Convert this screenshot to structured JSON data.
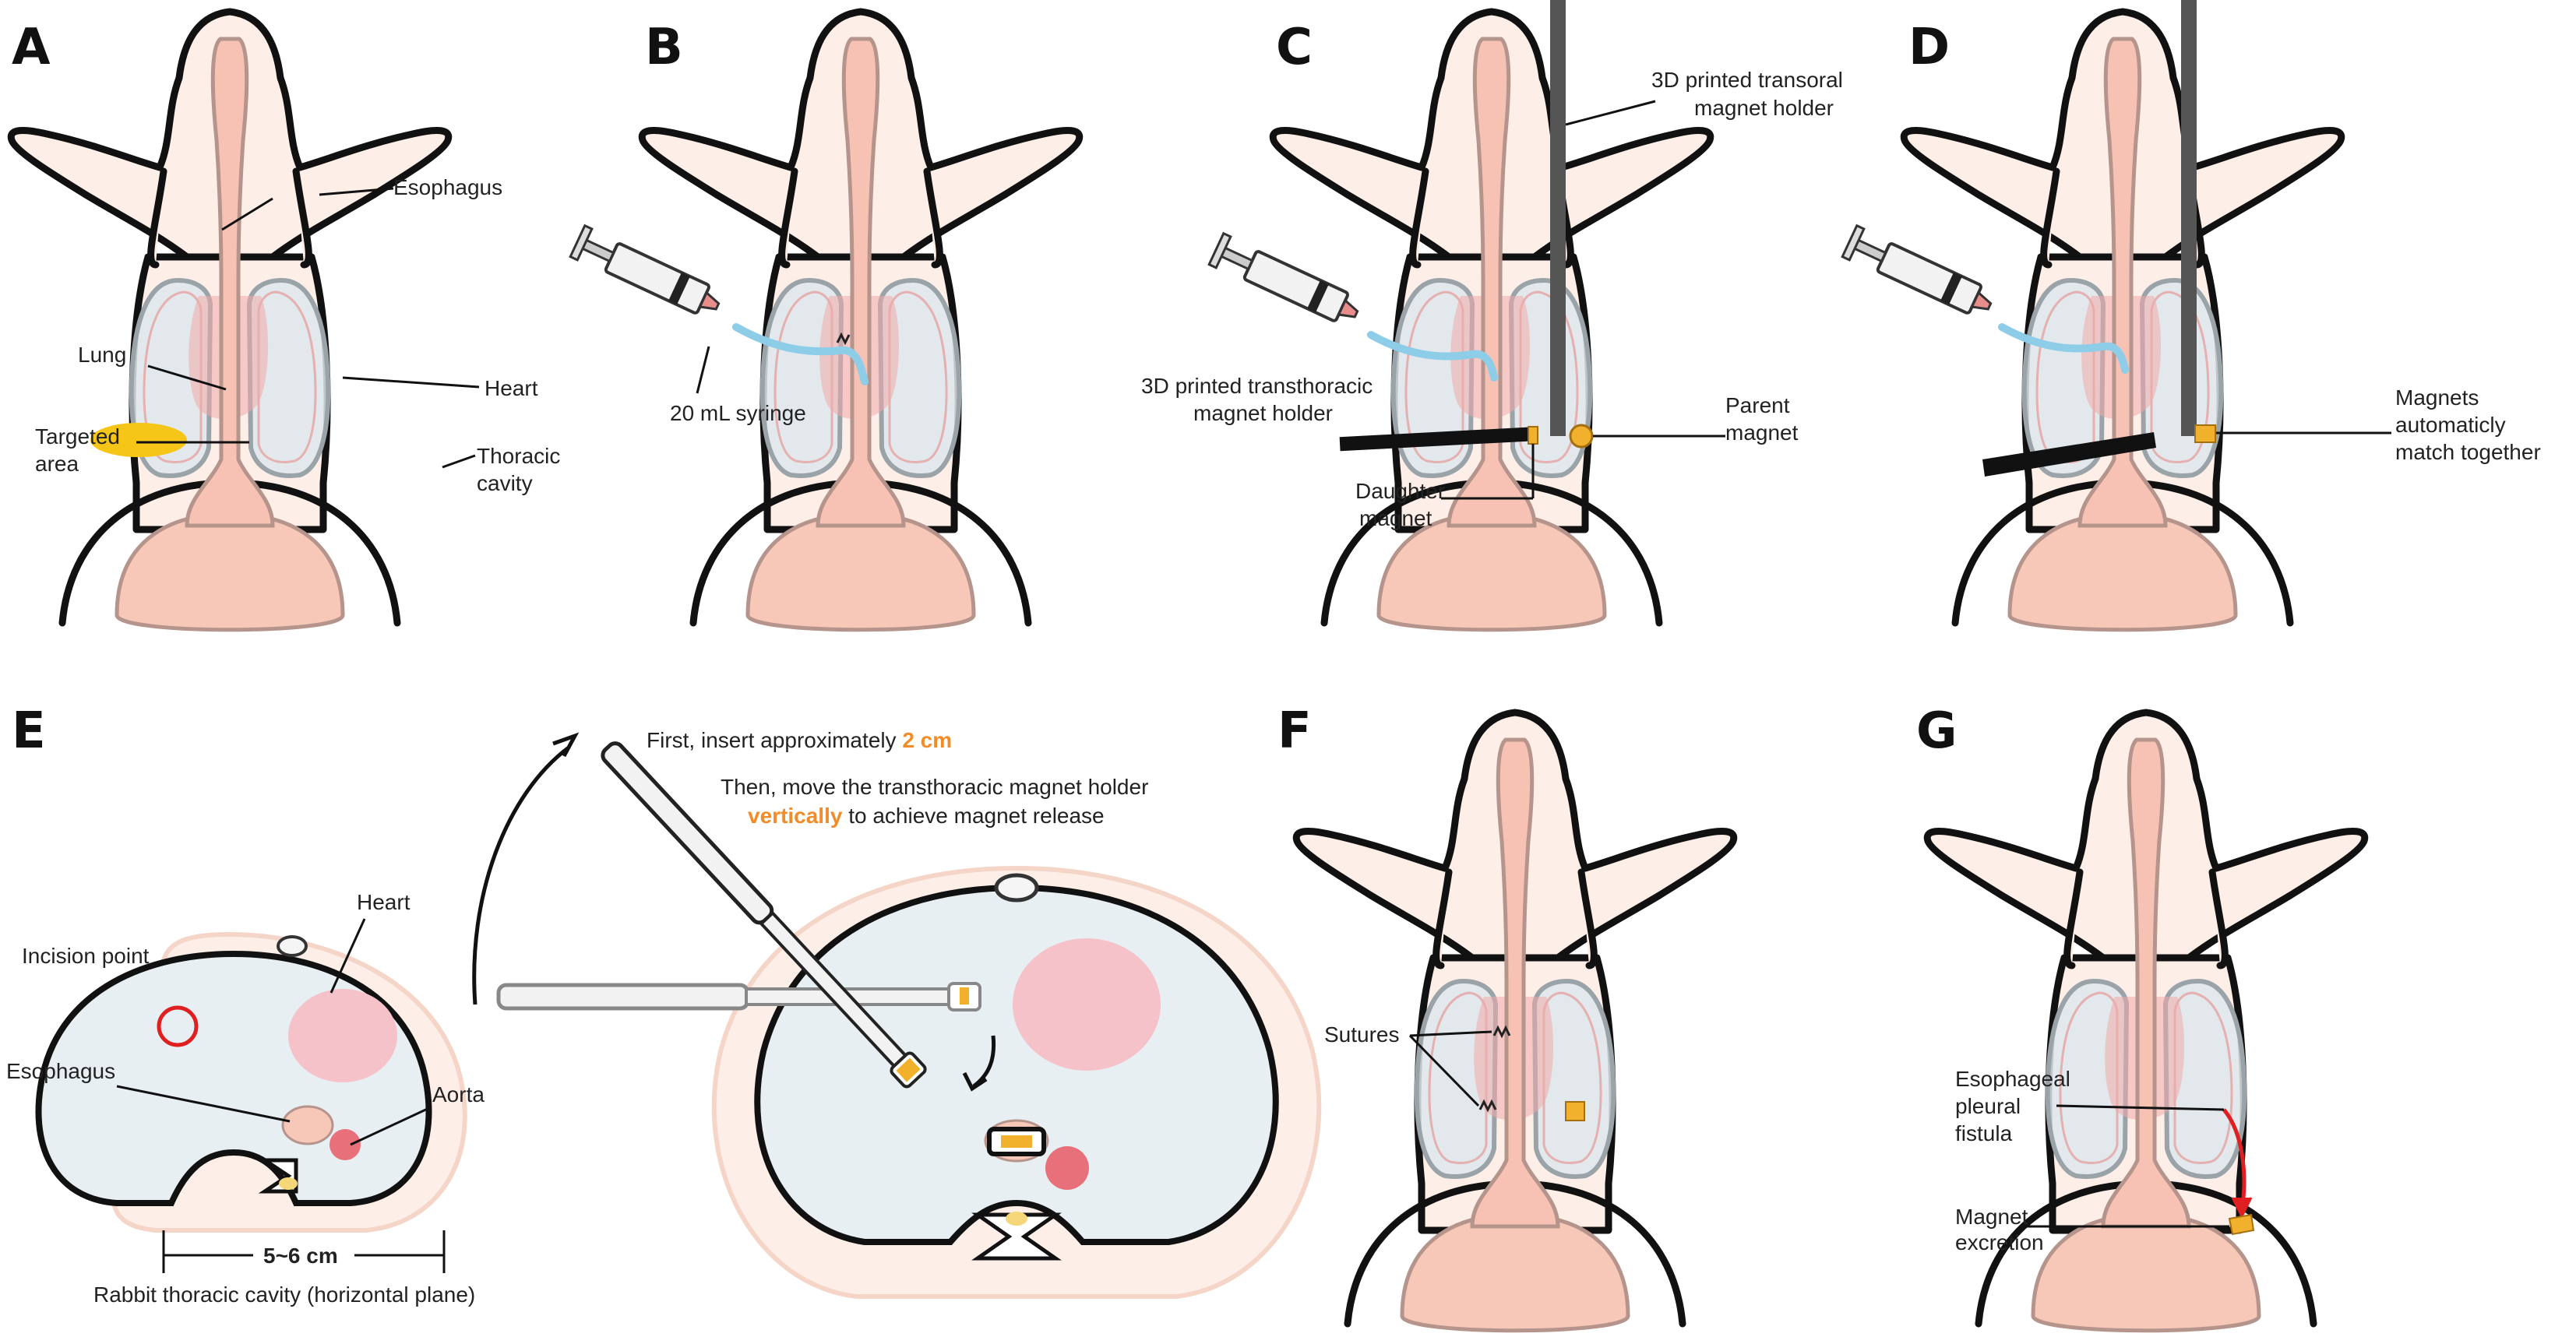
{
  "panels": {
    "a": {
      "label": "A",
      "esophagus": "Esophagus",
      "lung": "Lung",
      "heart": "Heart",
      "targeted1": "Targeted",
      "targeted2": "area",
      "thoracic1": "Thoracic",
      "thoracic2": "cavity"
    },
    "b": {
      "label": "B",
      "syringe": "20 mL syringe"
    },
    "c": {
      "label": "C",
      "transoral1": "3D printed transoral",
      "transoral2": "magnet holder",
      "transthoracic1": "3D printed transthoracic",
      "transthoracic2": "magnet holder",
      "parent1": "Parent",
      "parent2": "magnet",
      "daughter1": "Daughter",
      "daughter2": "magnet"
    },
    "d": {
      "label": "D",
      "match1": "Magnets",
      "match2": "automaticly",
      "match3": "match together"
    },
    "e": {
      "label": "E",
      "incision": "Incision point",
      "heart": "Heart",
      "esophagus": "Esophagus",
      "aorta": "Aorta",
      "width": "5~6 cm",
      "caption": "Rabbit thoracic cavity (horizontal plane)",
      "step1_pre": "First, insert approximately ",
      "step1_hl": "2 cm",
      "step2_line1": "Then, move the transthoracic magnet holder",
      "step2_hl": "vertically",
      "step2_post": " to achieve magnet release"
    },
    "f": {
      "label": "F",
      "sutures": "Sutures"
    },
    "g": {
      "label": "G",
      "fistula1": "Esophageal",
      "fistula2": "pleural",
      "fistula3": "fistula",
      "excretion1": "Magnet",
      "excretion2": "excretion"
    }
  },
  "colors": {
    "skin": "#fdeee8",
    "lung": "#dde6ec",
    "esophagus": "#f7c2b4",
    "heart": "#f0a9a9",
    "magnet": "#f2b12c",
    "target": "#f5c518",
    "highlight": "#f28c28",
    "incision": "#e02020",
    "aorta": "#e8707a"
  }
}
